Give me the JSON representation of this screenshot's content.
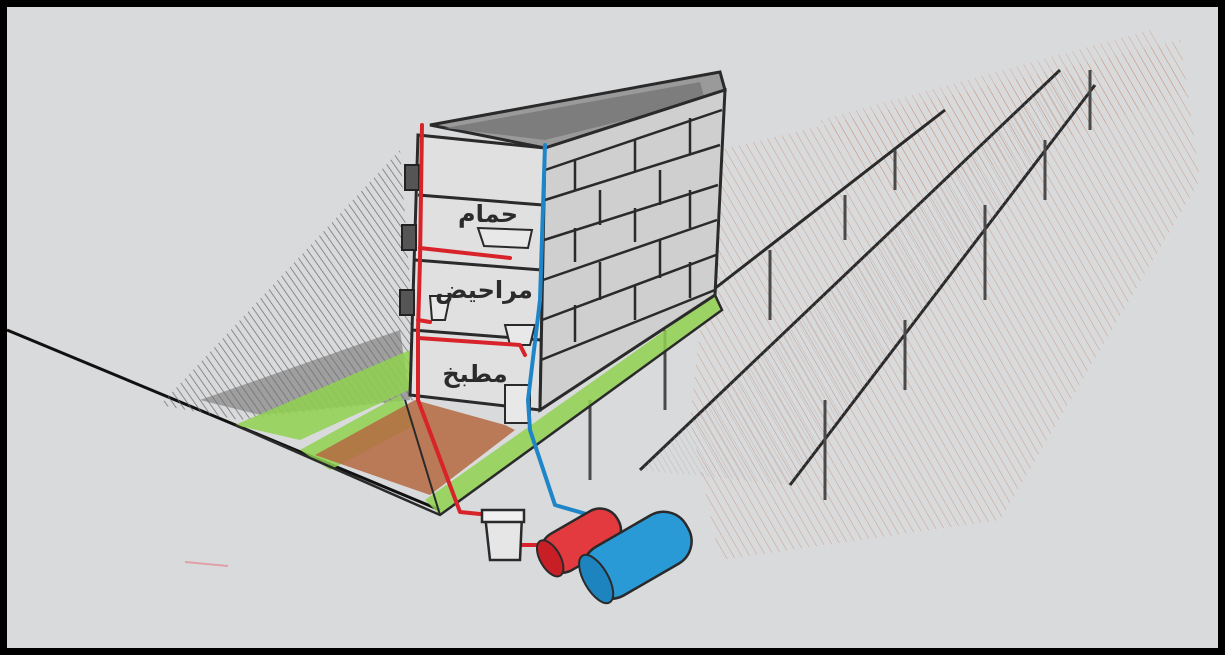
{
  "drawing": {
    "labels": {
      "bathroom": "حمام",
      "toilets": "مراحيض",
      "kitchen": "مطبخ"
    },
    "colors": {
      "paper": "#d9dadc",
      "frame": "#000000",
      "hot_pipe": "#d8232a",
      "cold_pipe": "#1e86c8",
      "grass": "#8fd14f",
      "soil": "#b4683f",
      "pencil": "#3a3a3a"
    }
  }
}
